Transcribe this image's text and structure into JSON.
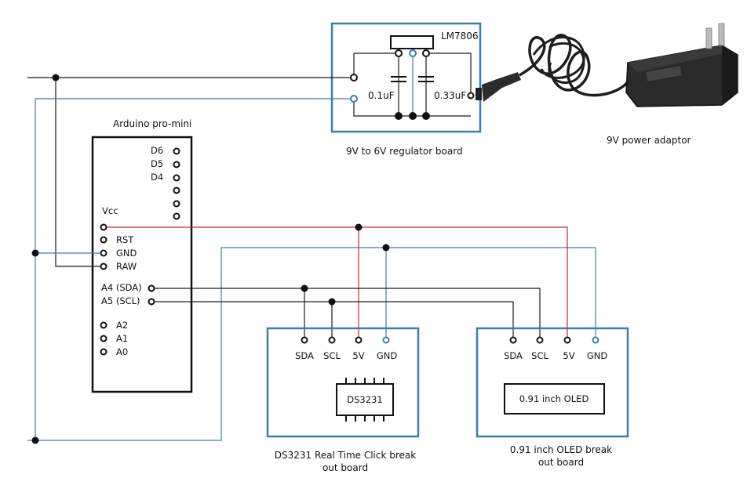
{
  "regulator": {
    "chip_label": "LM7806",
    "cap1_label": "0.1uF",
    "cap2_label": "0.33uF",
    "caption": "9V to 6V regulator board"
  },
  "adaptor": {
    "caption": "9V power adaptor"
  },
  "arduino": {
    "title": "Arduino pro-mini",
    "pins_top": [
      "D6",
      "D5",
      "D4"
    ],
    "vcc_label": "Vcc",
    "pins_left": [
      "RST",
      "GND",
      "RAW"
    ],
    "i2c_pins": [
      "A4 (SDA)",
      "A5 (SCL)"
    ],
    "analog_pins": [
      "A2",
      "A1",
      "A0"
    ]
  },
  "rtc": {
    "pins": [
      "SDA",
      "SCL",
      "5V",
      "GND"
    ],
    "chip_label": "DS3231",
    "caption_line1": "DS3231 Real Time Click break",
    "caption_line2": "out board"
  },
  "oled": {
    "pins": [
      "SDA",
      "SCL",
      "5V",
      "GND"
    ],
    "screen_label": "0.91 inch OLED",
    "caption_line1": "0.91 inch OLED break",
    "caption_line2": "out board"
  },
  "colors": {
    "gnd_wire": "#3b7fb0",
    "vcc_wire": "#c62828",
    "signal_wire": "#1a1a1a"
  }
}
